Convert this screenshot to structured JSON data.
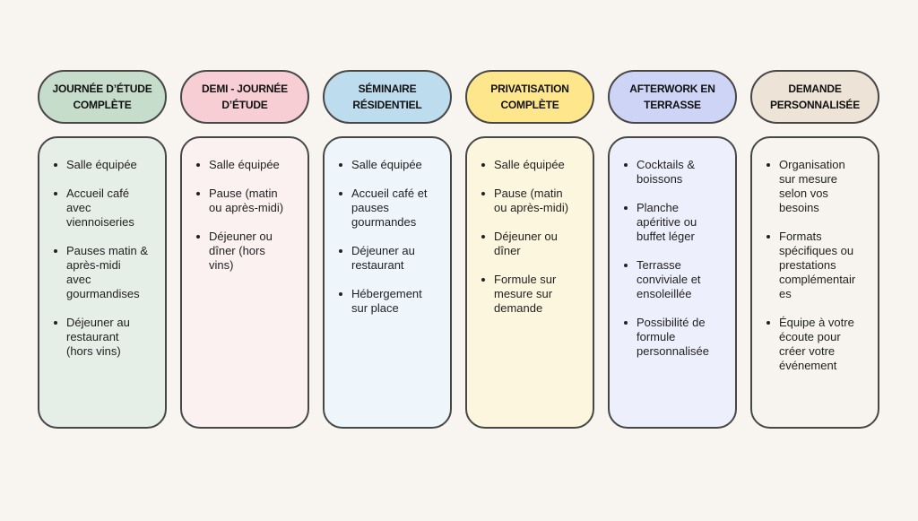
{
  "columns": [
    {
      "title": [
        "JOURNÉE D’ÉTUDE",
        "COMPLÈTE"
      ],
      "header_color": "#c7ddcc",
      "body_color": "#e6eee8",
      "items": [
        [
          "Salle équipée"
        ],
        [
          "Accueil café",
          "avec",
          "viennoiseries"
        ],
        [
          "Pauses matin &",
          "après-midi",
          "avec",
          "gourmandises"
        ],
        [
          "Déjeuner au",
          "restaurant",
          "(hors vins)"
        ]
      ]
    },
    {
      "title": [
        "DEMI - JOURNÉE",
        "D’ÉTUDE"
      ],
      "header_color": "#f7ced3",
      "body_color": "#fbf1f0",
      "items": [
        [
          "Salle équipée"
        ],
        [
          "Pause (matin",
          "ou après-midi)"
        ],
        [
          "Déjeuner ou",
          "dîner (hors",
          "vins)"
        ]
      ]
    },
    {
      "title": [
        "SÉMINAIRE",
        "RÉSIDENTIEL"
      ],
      "header_color": "#bddcee",
      "body_color": "#eef6fb",
      "items": [
        [
          "Salle équipée"
        ],
        [
          "Accueil café et",
          "pauses",
          "gourmandes"
        ],
        [
          "Déjeuner au",
          "restaurant"
        ],
        [
          "Hébergement",
          "sur place"
        ]
      ]
    },
    {
      "title": [
        "PRIVATISATION",
        "COMPLÈTE"
      ],
      "header_color": "#fde68c",
      "body_color": "#fdf6de",
      "items": [
        [
          "Salle équipée"
        ],
        [
          "Pause (matin",
          "ou après-midi)"
        ],
        [
          "Déjeuner ou",
          "dîner"
        ],
        [
          "Formule sur",
          "mesure sur",
          "demande"
        ]
      ]
    },
    {
      "title": [
        "AFTERWORK EN",
        "TERRASSE"
      ],
      "header_color": "#cdd4f5",
      "body_color": "#edf0fc",
      "items": [
        [
          "Cocktails &",
          "boissons"
        ],
        [
          "Planche",
          "apéritive ou",
          "buffet léger"
        ],
        [
          "Terrasse",
          "conviviale et",
          "ensoleillée"
        ],
        [
          "Possibilité de",
          "formule",
          "personnalisée"
        ]
      ]
    },
    {
      "title": [
        "DEMANDE",
        "PERSONNALISÉE"
      ],
      "header_color": "#ede3d7",
      "body_color": "#f7f4ef",
      "items": [
        [
          "Organisation",
          "sur mesure",
          "selon vos",
          "besoins"
        ],
        [
          "Formats",
          "spécifiques ou",
          "prestations",
          "complémentair",
          "es"
        ],
        [
          "Équipe à votre",
          "écoute pour",
          "créer votre",
          "événement"
        ]
      ]
    }
  ]
}
